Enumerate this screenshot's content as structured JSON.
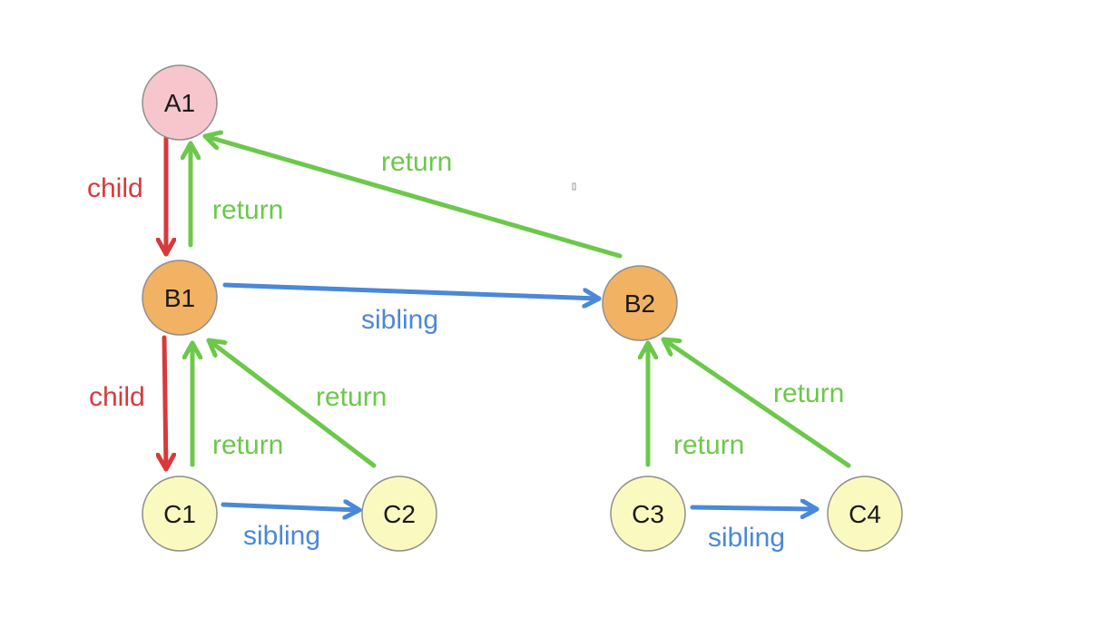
{
  "colors": {
    "child": "#d9393b",
    "return": "#6cc84a",
    "sibling": "#4a88d9",
    "node_a": "#f6c6cc",
    "node_b": "#f2b263",
    "node_c": "#fafac0",
    "node_stroke": "#8f8f8f"
  },
  "nodes": {
    "a1": "A1",
    "b1": "B1",
    "b2": "B2",
    "c1": "C1",
    "c2": "C2",
    "c3": "C3",
    "c4": "C4"
  },
  "edges": {
    "a1_b1_child": "child",
    "b1_a1_return": "return",
    "b2_a1_return": "return",
    "b1_b2_sibling": "sibling",
    "b1_c1_child": "child",
    "c1_b1_return": "return",
    "c2_b1_return": "return",
    "c1_c2_sibling": "sibling",
    "c3_b2_return": "return",
    "c4_b2_return": "return",
    "c3_c4_sibling": "sibling"
  }
}
